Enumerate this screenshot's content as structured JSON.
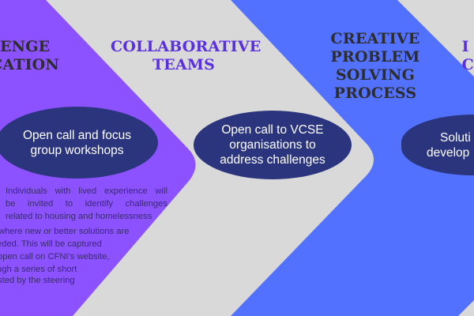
{
  "colors": {
    "purple": "#8c52ff",
    "gray": "#d9d9d9",
    "blue": "#5271ff",
    "navy": "#2b357d",
    "heading_dark": "#2d2d2d",
    "heading_purple": "#5a2fe0"
  },
  "stages": [
    {
      "heading": [
        "ENGE",
        "CATION"
      ],
      "oval": [
        "Open call and focus",
        "group workshops"
      ]
    },
    {
      "heading": [
        "COLLABORATIVE",
        "TEAMS"
      ],
      "oval": [
        "Open call to VCSE",
        "organisations to",
        "address challenges"
      ]
    },
    {
      "heading": [
        "CREATIVE",
        "PROBLEM",
        "SOLVING",
        "PROCESS"
      ],
      "oval": []
    },
    {
      "heading": [
        "I",
        "C"
      ],
      "oval": [
        "Soluti",
        "develop"
      ]
    }
  ],
  "description": [
    "Individuals with lived experience will",
    "be invited to identify challenges",
    "related to housing and homelessness",
    "where new or better solutions are",
    "eded.  This will be captured",
    "open call on CFNI’s website,",
    "ugh a series of short",
    "sted by the steering"
  ]
}
